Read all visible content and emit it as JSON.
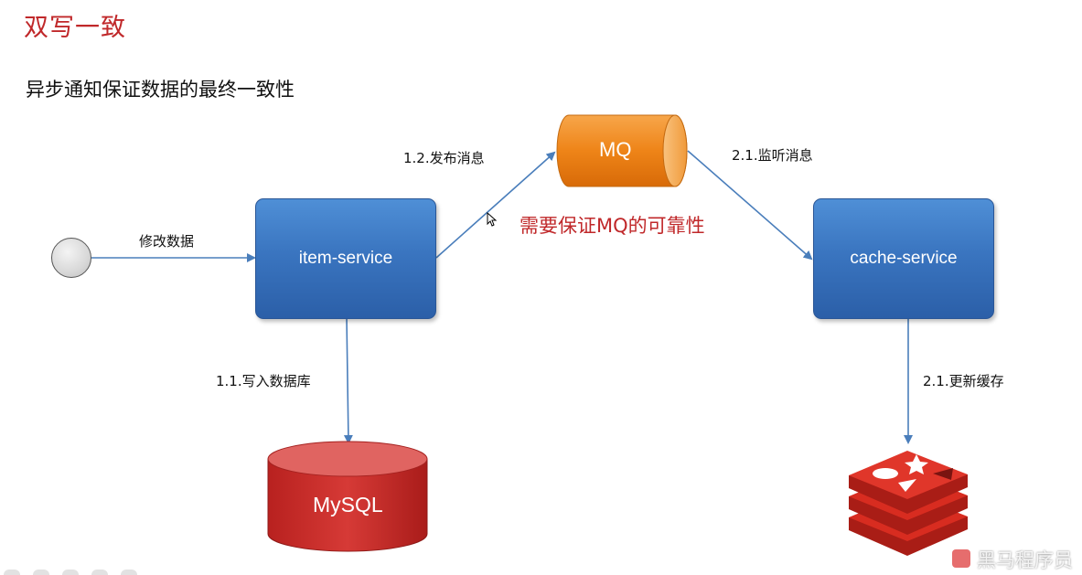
{
  "slide": {
    "title": "双写一致",
    "subtitle": "异步通知保证数据的最终一致性",
    "note": "需要保证MQ的可靠性"
  },
  "nodes": {
    "item_service": "item-service",
    "cache_service": "cache-service",
    "mq": "MQ",
    "mysql": "MySQL"
  },
  "edges": {
    "modify": "修改数据",
    "publish": "1.2.发布消息",
    "listen": "2.1.监听消息",
    "write_db": "1.1.写入数据库",
    "update_cache": "2.1.更新缓存"
  },
  "watermark": {
    "text": "黑马程序员"
  },
  "icons": {
    "redis": "redis-logo-icon",
    "cursor": "mouse-cursor-icon",
    "start": "start-circle-icon"
  },
  "colors": {
    "title_red": "#c0282a",
    "service_blue": "#3a75c0",
    "mq_orange": "#f08a1c",
    "mysql_red": "#c8302f",
    "redis_red": "#d82c20",
    "arrow_blue": "#4a7ebb"
  }
}
